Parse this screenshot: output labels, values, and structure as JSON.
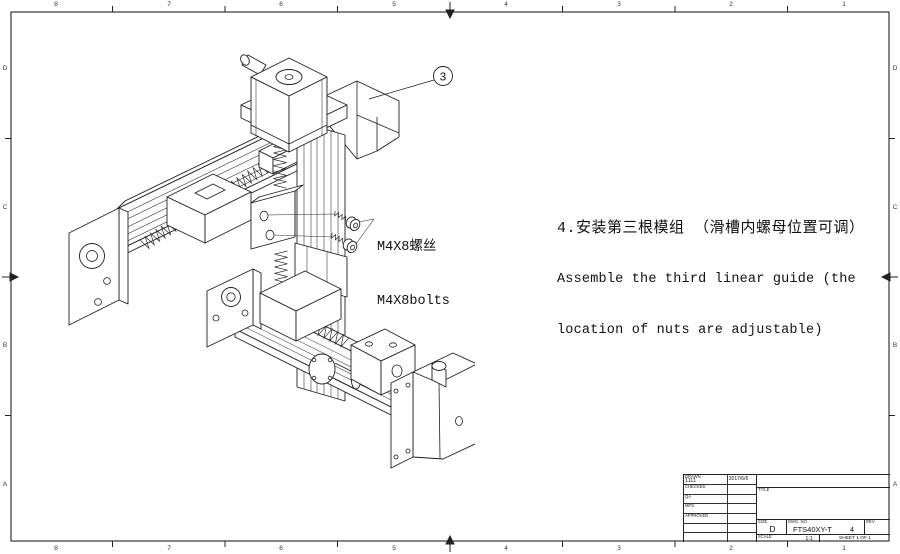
{
  "sheet": {
    "zone_cols": [
      "8",
      "7",
      "6",
      "5",
      "4",
      "3",
      "2",
      "1"
    ],
    "zone_rows": [
      "D",
      "C",
      "B",
      "A"
    ]
  },
  "drawing": {
    "balloon_label": "3",
    "screw_note_line1": "M4X8螺丝",
    "screw_note_line2": "M4X8bolts"
  },
  "instruction": {
    "line_cn": "4.安装第三根模组 （滑槽内螺母位置可调）",
    "line_en1": "Assemble the third linear guide (the",
    "line_en2": "location of nuts are adjustable)"
  },
  "title_block": {
    "rows": [
      {
        "label": "DRAWN",
        "name": "1111",
        "date": "2017/6/6"
      },
      {
        "label": "CHECKED",
        "name": "",
        "date": ""
      },
      {
        "label": "QA",
        "name": "",
        "date": ""
      },
      {
        "label": "MFG",
        "name": "",
        "date": ""
      },
      {
        "label": "APPROVED",
        "name": "",
        "date": ""
      },
      {
        "label": "",
        "name": "",
        "date": ""
      },
      {
        "label": "",
        "name": "",
        "date": ""
      }
    ],
    "title_label": "TITLE",
    "size_label": "SIZE",
    "size_value": "D",
    "dwg_label": "DWG. NO.",
    "dwg_value": "FTS40XY-T",
    "dwg_sheet_num": "4",
    "rev_label": "REV",
    "scale_label": "SCALE",
    "scale_value": "1:1",
    "sheet_label": "SHEET 1 OF 1"
  },
  "colors": {
    "line": "#1f1f1f",
    "background": "#ffffff"
  }
}
